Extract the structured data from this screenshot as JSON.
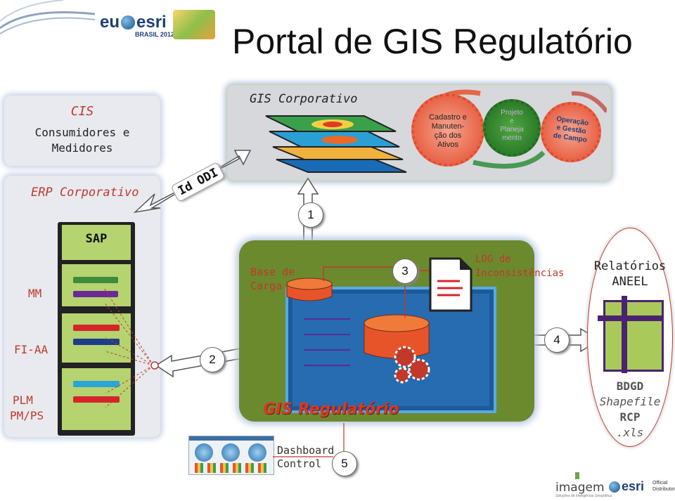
{
  "header": {
    "title": "Portal de GIS Regulatório",
    "logo_event_prefix": "eu",
    "logo_event_brand": "esri",
    "logo_event_sub": "BRASIL 2012"
  },
  "cis": {
    "title": "CIS",
    "subtitle_line1": "Consumidores e",
    "subtitle_line2": "Medidores"
  },
  "erp": {
    "title": "ERP Corporativo",
    "sap_label": "SAP",
    "modules": [
      "MM",
      "FI-AA",
      "PLM",
      "PM/PS"
    ]
  },
  "id_odi": "Id ODI",
  "gis_corporativo": {
    "title": "GIS Corporativo",
    "cycle": [
      {
        "line1": "Cadastro e",
        "line2": "Manuten-",
        "line3": "ção dos",
        "line4": "Ativos"
      },
      {
        "line1": "Projeto",
        "line2": "e",
        "line3": "Planeja",
        "line4": "mento"
      },
      {
        "line1": "Operação",
        "line2": "e Gestão",
        "line3": "de Campo",
        "line4": ""
      }
    ]
  },
  "steps": [
    "1",
    "2",
    "3",
    "4",
    "5"
  ],
  "gis_regulatorio": {
    "title": "GIS Regulatório",
    "base_label_1": "Base de",
    "base_label_2": "Carga",
    "log_label_1": "LOG de",
    "log_label_2": "Inconsistências"
  },
  "relatorios": {
    "title_1": "Relatórios",
    "title_2": "ANEEL",
    "items": [
      "BDGD",
      "Shapefile",
      "RCP",
      ".xls"
    ]
  },
  "dashboard": {
    "line1": "Dashboard",
    "line2": "Control"
  },
  "footer": {
    "imagem": "imagem",
    "imagem_sub": "Soluções de Inteligência Geográfica",
    "esri": "esri",
    "esri_tag1": "Official",
    "esri_tag2": "Distributor"
  },
  "colors": {
    "accent_red": "#c0392b",
    "green_panel": "#6b8a2e",
    "sap_green": "#b5d36e",
    "reg_red": "#d7392a"
  }
}
